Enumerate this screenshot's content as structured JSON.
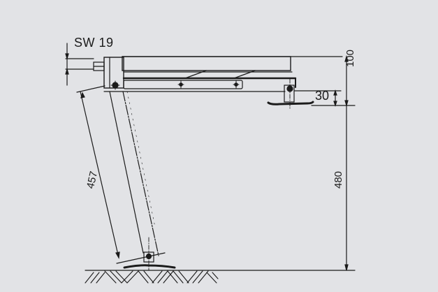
{
  "drawing": {
    "type": "technical-dimension-drawing",
    "subject": "folding support leg / stand, side view",
    "colors": {
      "background": "#e2e3e6",
      "line": "#1b1b1b"
    },
    "labels": {
      "wrench_size": "SW 19",
      "top_height": "100",
      "foot_height": "30",
      "leg_length": "457",
      "ground_height": "480"
    }
  }
}
